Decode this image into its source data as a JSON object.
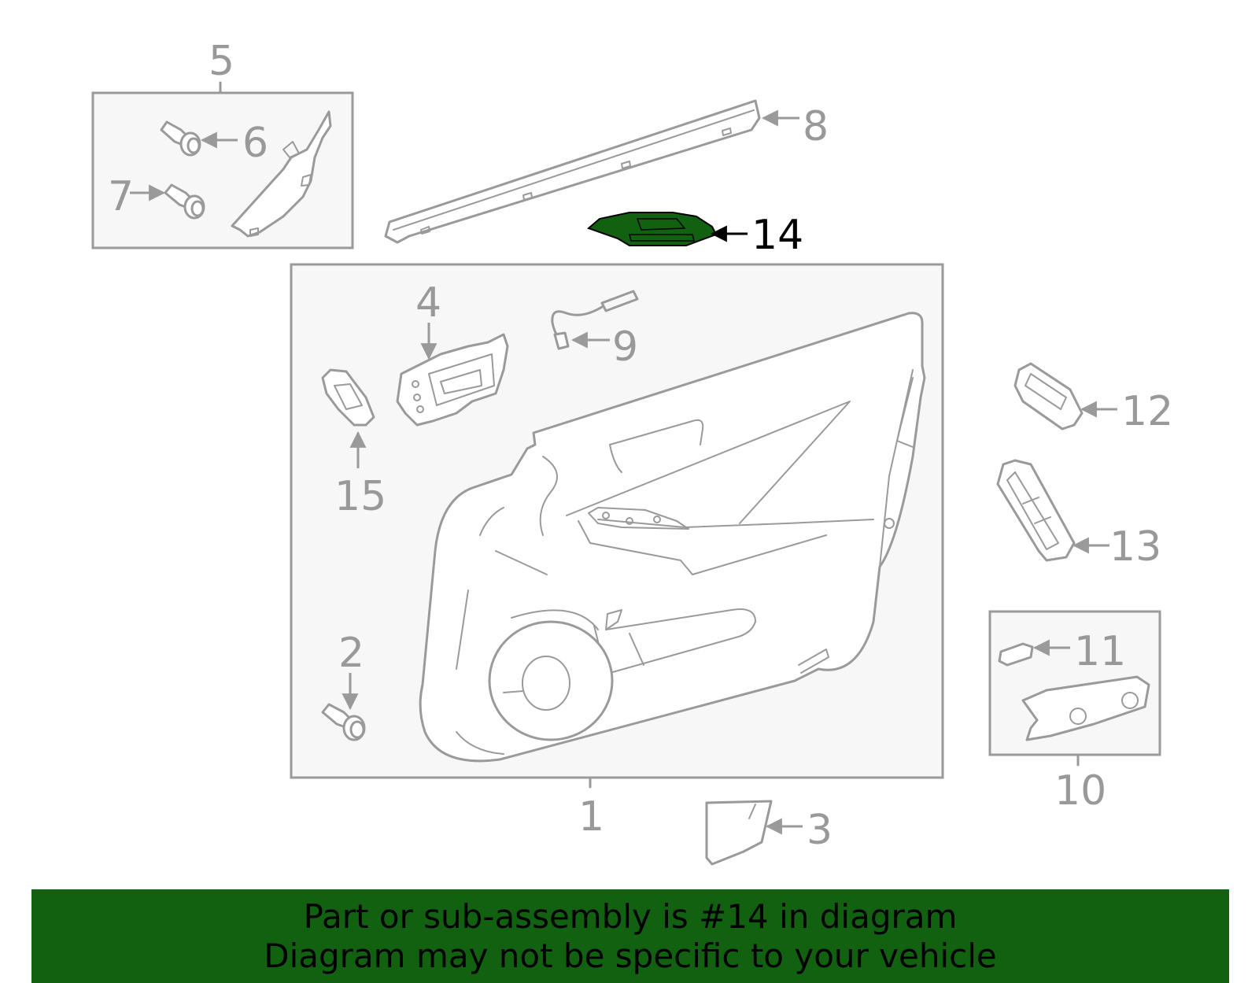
{
  "highlight_color": "#116111",
  "line_color": "#9a9a9a",
  "callouts": {
    "c1": "1",
    "c2": "2",
    "c3": "3",
    "c4": "4",
    "c5": "5",
    "c6": "6",
    "c7": "7",
    "c8": "8",
    "c9": "9",
    "c10": "10",
    "c11": "11",
    "c12": "12",
    "c13": "13",
    "c14": "14",
    "c15": "15"
  },
  "banner": {
    "line1": "Part or sub-assembly is #14 in diagram",
    "line2": "Diagram may not be specific to your vehicle"
  }
}
